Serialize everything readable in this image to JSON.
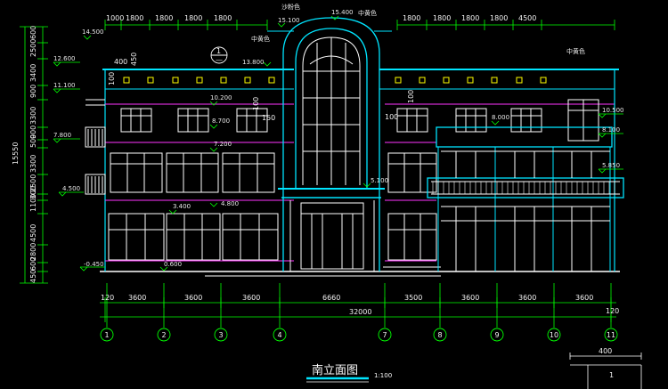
{
  "drawing": {
    "title": "南立面图",
    "scale": "1:100",
    "total_width": "32000",
    "total_height": "15550",
    "end_offsets": [
      "120",
      "120"
    ],
    "corner_box": {
      "dim": "400",
      "mark": "1"
    }
  },
  "top_dims": {
    "left": [
      "1000",
      "1800",
      "1800",
      "1800",
      "1800"
    ],
    "right": [
      "1800",
      "1800",
      "1800",
      "1800",
      "4500"
    ]
  },
  "bottom_dims": [
    "3600",
    "3600",
    "3600",
    "6660",
    "3500",
    "3600",
    "3600",
    "3600"
  ],
  "left_dims": [
    "600",
    "2500",
    "3400",
    "900",
    "3300",
    "900",
    "500",
    "3300",
    "2500",
    "300",
    "1100",
    "4500",
    "2800",
    "600",
    "450"
  ],
  "elevations": [
    "14.500",
    "12.600",
    "11.100",
    "7.800",
    "4.500",
    "-0.450",
    "15.400",
    "15.100",
    "13.800",
    "10.200",
    "8.700",
    "7.200",
    "4.800",
    "3.400",
    "0.600",
    "10.500",
    "8.100",
    "8.000",
    "5.850",
    "5.100"
  ],
  "notes": {
    "material_top": "沙粉色",
    "material_left": "中黄色",
    "material_center": "中黄色",
    "material_right": "中黄色",
    "dim_400": "400",
    "dim_450": "450",
    "dim_100_a": "100",
    "dim_100_b": "100",
    "dim_100_c": "100",
    "dim_100_d": "100",
    "dim_150": "150",
    "index_num": "1",
    "index_den": "—"
  },
  "axes": [
    "1",
    "2",
    "3",
    "4",
    "7",
    "8",
    "9",
    "10",
    "11"
  ],
  "colors": {
    "background": "#000000",
    "outline": "#00e5ff",
    "mullion": "#ffffff",
    "floor_line": "#ff33ff",
    "dimension": "#00ff00",
    "text": "#ffff00",
    "accent": "#00ffff"
  }
}
